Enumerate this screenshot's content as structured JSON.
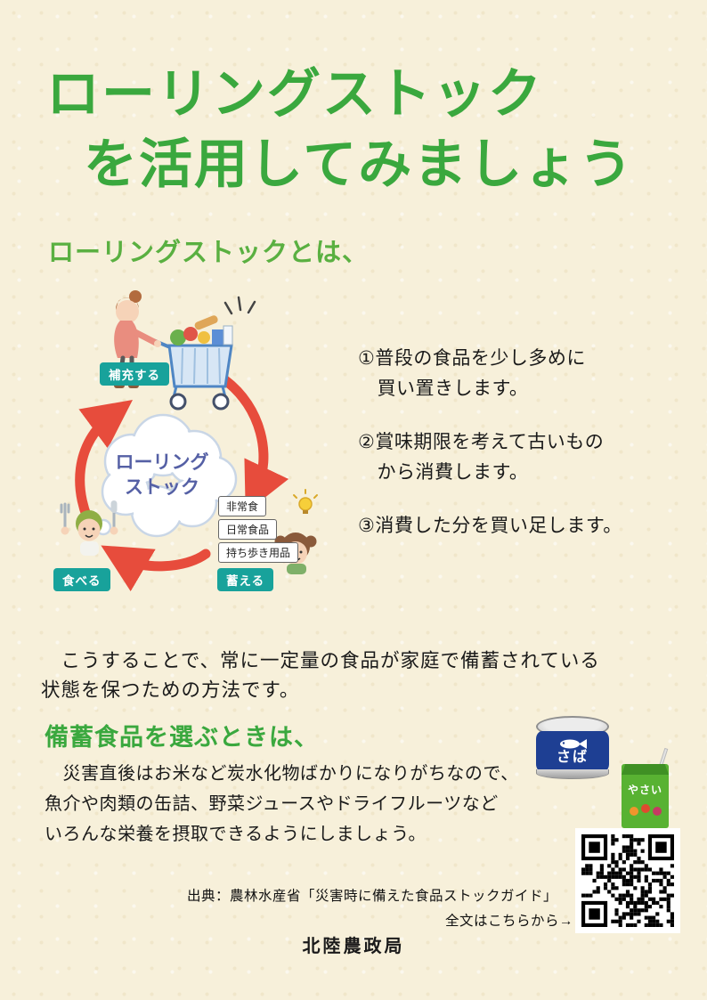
{
  "colors": {
    "background": "#f7f0da",
    "title_green": "#3aa83e",
    "intro_green": "#5ab041",
    "badge_teal": "#18a29b",
    "arrow_red": "#e74c3c",
    "cloud_text_blue": "#5560a5",
    "can_blue": "#1e3f93",
    "juice_green": "#58b232"
  },
  "title": {
    "line1": "ローリングストック",
    "line2": "を活用してみましょう"
  },
  "intro": {
    "heading": "ローリングストックとは、"
  },
  "cycle": {
    "center_text": "ローリング\nストック",
    "badge_restock": "補充する",
    "badge_store": "蓄える",
    "badge_eat": "食べる",
    "shelf_items": [
      "非常食",
      "日常食品",
      "持ち歩き用品"
    ]
  },
  "steps": [
    {
      "text": "①普段の食品を少し多めに\n　買い置きします。"
    },
    {
      "text": "②賞味期限を考えて古いもの\n　から消費します。"
    },
    {
      "text": "③消費した分を買い足します。"
    }
  ],
  "body1": "　こうすることで、常に一定量の食品が家庭で備蓄されている\n状態を保つための方法です。",
  "section2": {
    "heading": "備蓄食品を選ぶときは、",
    "body": "　災害直後はお米など炭水化物ばかりになりがちなので、\n魚介や肉類の缶詰、野菜ジュースやドライフルーツなど\nいろんな栄養を摂取できるようにしましょう。"
  },
  "products": {
    "can_label": "さば",
    "juice_label": "やさい"
  },
  "footer": {
    "source": "出典：農林水産省「災害時に備えた食品ストックガイド」",
    "link_hint": "全文はこちらから→",
    "org": "北陸農政局"
  }
}
